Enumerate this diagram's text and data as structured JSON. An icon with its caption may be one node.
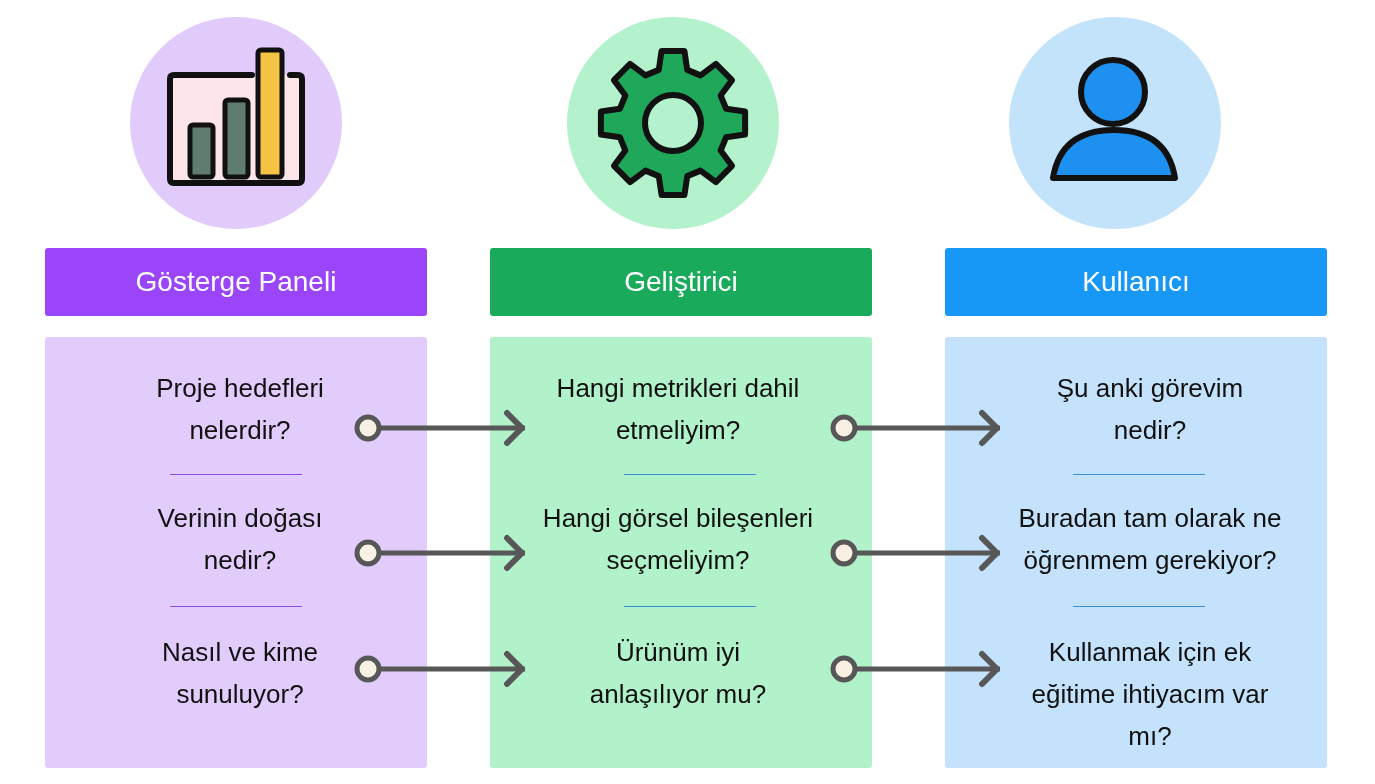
{
  "diagram": {
    "nodes": [
      {
        "text": [
          "Gösterge Paneli"
        ]
      },
      {
        "text": [],
        "shape": "box"
      },
      {
        "text": [
          "Proje hedefleri nelerdir?"
        ],
        "in": 1
      },
      {
        "text": [
          "Verinin doğası nedir?"
        ],
        "in": 1
      },
      {
        "text": [
          "Nasıl ve kime sunuluyor?"
        ],
        "in": 1
      },
      {
        "text": [
          "Geliştirici"
        ]
      },
      {
        "text": [],
        "shape": "box"
      },
      {
        "text": [
          "Hangi metrikleri dahil etmeliyim?"
        ],
        "in": 6
      },
      {
        "text": [
          "Hangi görsel bileşenleri seçmeliyim?"
        ],
        "in": 6
      },
      {
        "text": [
          "Ürünüm iyi anlaşılıyor mu?"
        ],
        "in": 6
      },
      {
        "text": [
          "Kullanıcı"
        ]
      },
      {
        "text": [],
        "shape": "box"
      },
      {
        "text": [
          "Şu anki görevim nedir?"
        ],
        "in": 11
      },
      {
        "text": [
          "Buradan tam olarak ne öğrenmem gerekiyor?"
        ],
        "in": 11
      },
      {
        "text": [
          "Kullanmak için ek eğitime ihtiyacım var mı?"
        ],
        "in": 11
      }
    ],
    "edges": [
      {
        "from": 2,
        "to": 7,
        "arrow": "to"
      },
      {
        "from": 3,
        "to": 8,
        "arrow": "to"
      },
      {
        "from": 4,
        "to": 9,
        "arrow": "to"
      },
      {
        "from": 7,
        "to": 12,
        "arrow": "to"
      },
      {
        "from": 8,
        "to": 13,
        "arrow": "to"
      },
      {
        "from": 9,
        "to": 14,
        "arrow": "to"
      }
    ]
  }
}
